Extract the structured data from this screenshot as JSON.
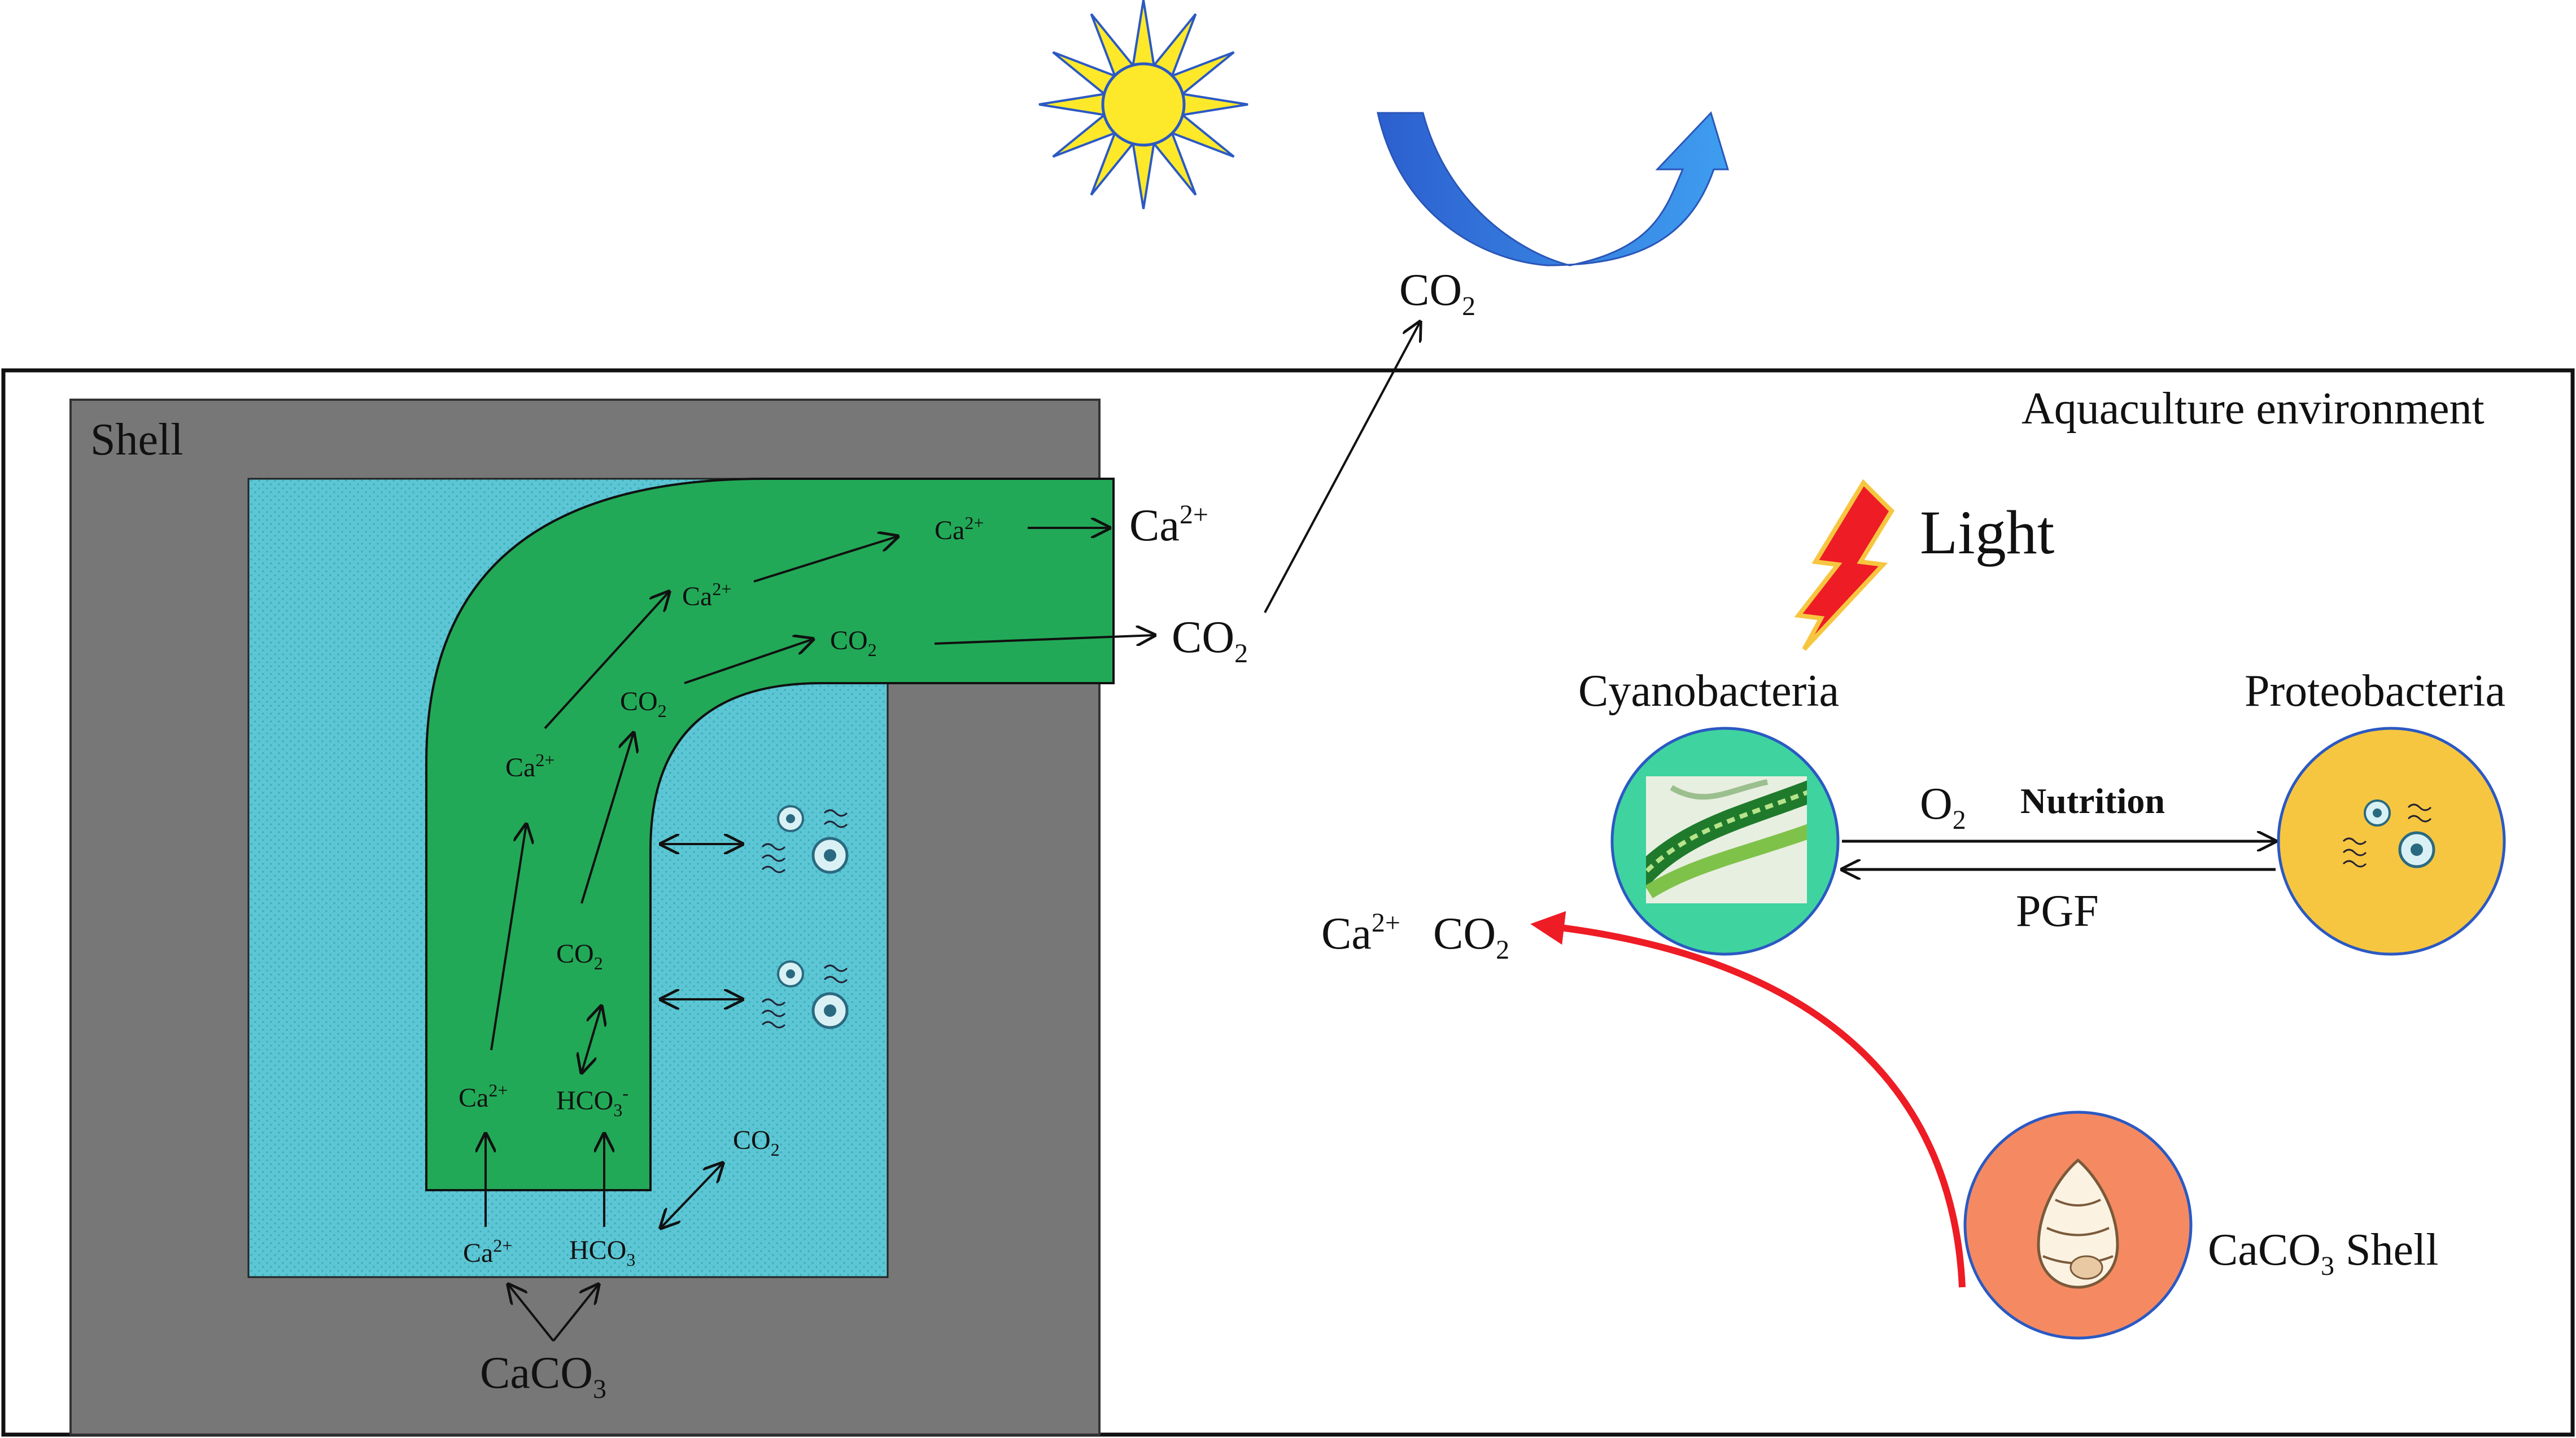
{
  "labels": {
    "env_title": "Aquaculture environment",
    "shell_title": "Shell",
    "light": "Light",
    "cyanobacteria": "Cyanobacteria",
    "proteobacteria": "Proteobacteria",
    "o2": "O",
    "o2_sub": "2",
    "nutrition": "Nutrition",
    "pgf": "PGF",
    "caco3_shell_main": "CaCO",
    "caco3_shell_sub": "3",
    "caco3_shell_tail": " Shell",
    "caco3_main": "CaCO",
    "caco3_sub": "3",
    "co2_main": "CO",
    "co2_sub": "2",
    "ca_main": "Ca",
    "ca_sup": "2+",
    "hco3_main": "HCO",
    "hco3_sub": "3",
    "hco3_sup": "-"
  },
  "colors": {
    "shell_gray": "#777777",
    "water_blue": "#5cc6d4",
    "tube_green": "#22a957",
    "cyano_circle": "#3fd3a0",
    "proteo_circle": "#f7c640",
    "shell_circle": "#f58a62",
    "sun_yellow": "#fde92a",
    "arrow_blue": "#2f6fd3",
    "release_red": "#ee1c24"
  },
  "icons": [
    "sun-icon",
    "lightning-icon",
    "curved-arrow-icon",
    "microbe-icon",
    "snail-shell-icon",
    "cyanobacteria-image"
  ]
}
